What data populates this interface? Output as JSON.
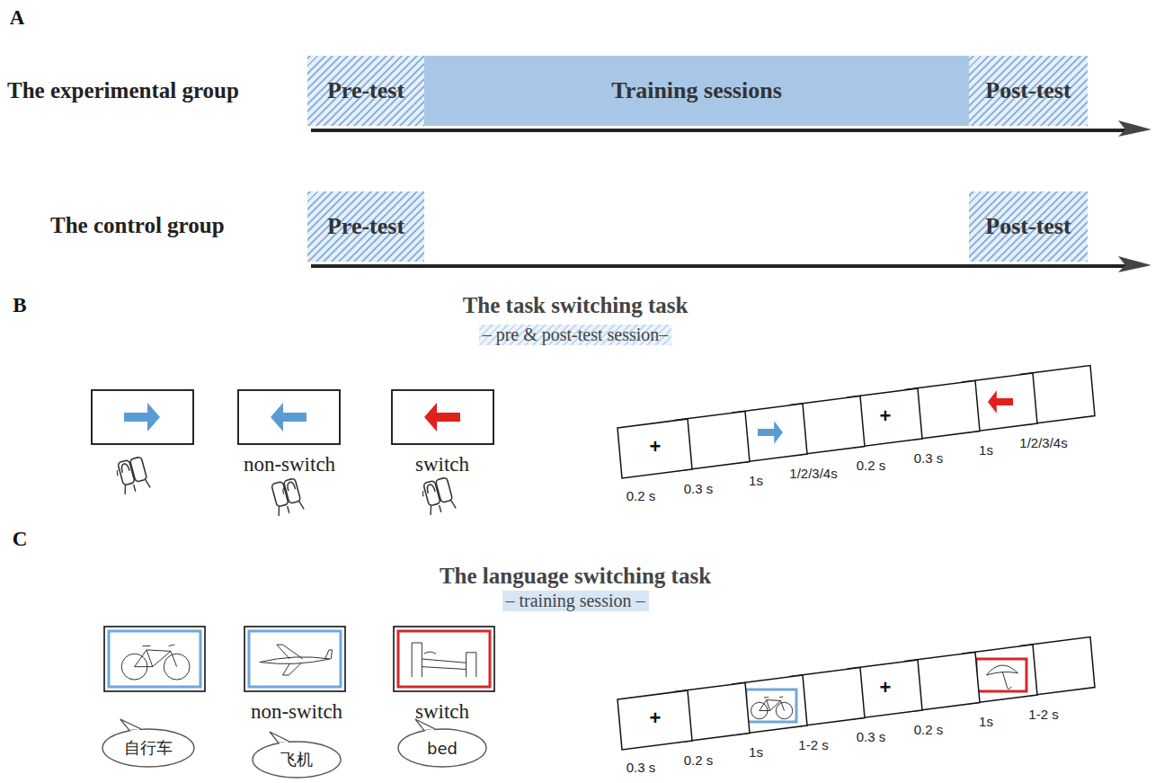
{
  "diagram": {
    "nodes": [
      {
        "text": [
          "Pre-test"
        ]
      },
      {
        "text": [
          "Training sessions"
        ]
      },
      {
        "text": [
          "Post-test"
        ]
      },
      {
        "text": [
          "Pre-test"
        ]
      },
      {
        "text": [
          "Post-test"
        ]
      },
      {
        "text": [
          "自行车"
        ]
      },
      {
        "text": [
          "飞机"
        ]
      },
      {
        "text": [
          "bed"
        ]
      }
    ],
    "labels": [
      "A",
      "The experimental group",
      "The control group",
      "B",
      "The task switching task",
      "– pre & post-test session–",
      "non-switch",
      "switch",
      "+",
      "0.2 s",
      "0.3 s",
      "1s",
      "1/2/3/4s",
      "+",
      "0.2 s",
      "0.3 s",
      "1s",
      "1/2/3/4s",
      "C",
      "The language switching task",
      "– training session –",
      "non-switch",
      "switch",
      "+",
      "0.3 s",
      "0.2 s",
      "1s",
      "1-2 s",
      "+",
      "0.3 s",
      "0.2 s",
      "1s",
      "1-2 s"
    ]
  }
}
